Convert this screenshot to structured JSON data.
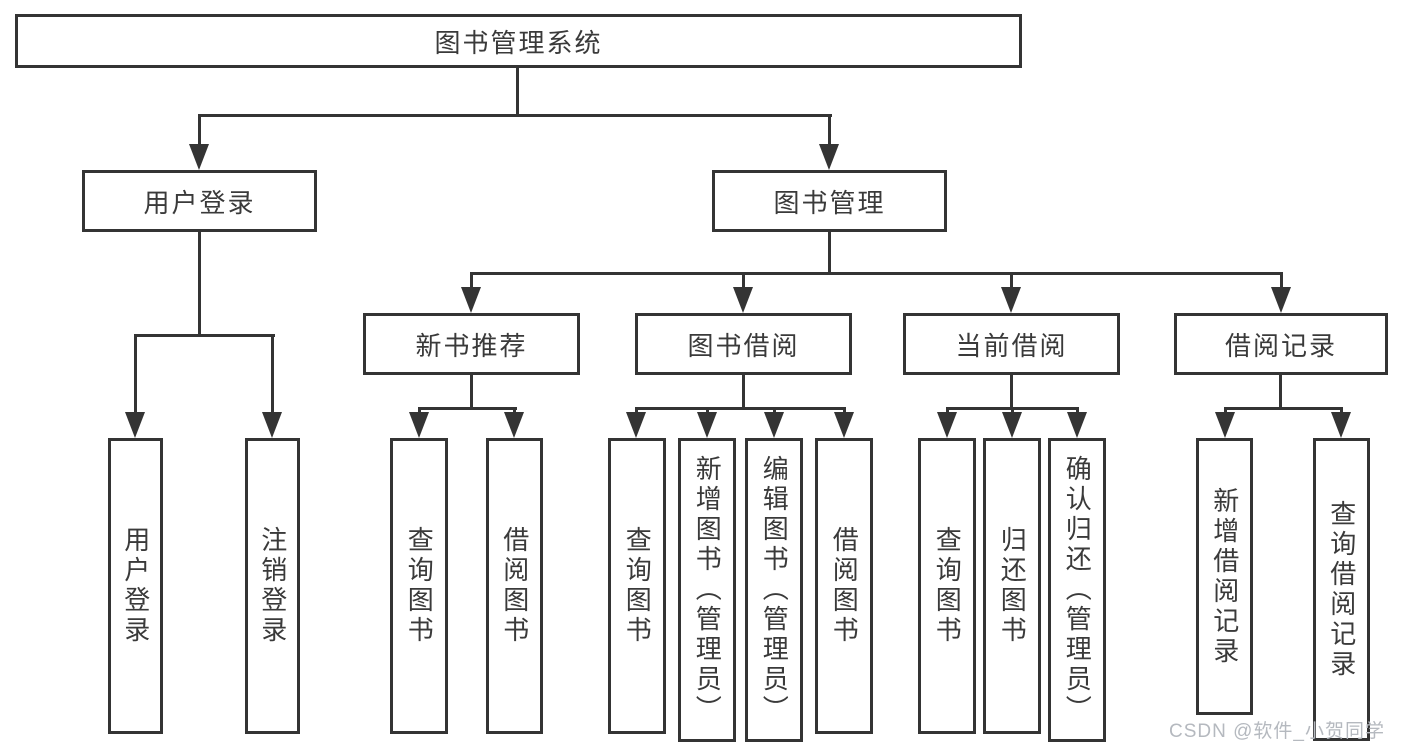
{
  "diagram": {
    "root": {
      "label": "图书管理系统"
    },
    "user_login": {
      "label": "用户登录",
      "children": [
        {
          "label": "用户登录"
        },
        {
          "label": "注销登录"
        }
      ]
    },
    "book_management": {
      "label": "图书管理",
      "sections": [
        {
          "label": "新书推荐",
          "children": [
            {
              "label": "查询图书"
            },
            {
              "label": "借阅图书"
            }
          ]
        },
        {
          "label": "图书借阅",
          "children": [
            {
              "label": "查询图书"
            },
            {
              "label": "新增图书（管理员）"
            },
            {
              "label": "编辑图书（管理员）"
            },
            {
              "label": "借阅图书"
            }
          ]
        },
        {
          "label": "当前借阅",
          "children": [
            {
              "label": "查询图书"
            },
            {
              "label": "归还图书"
            },
            {
              "label": "确认归还（管理员）"
            }
          ]
        },
        {
          "label": "借阅记录",
          "children": [
            {
              "label": "新增借阅记录"
            },
            {
              "label": "查询借阅记录"
            }
          ]
        }
      ]
    }
  },
  "watermark": {
    "text": "CSDN @软件_小贺同学"
  },
  "colors": {
    "line": "#343434",
    "text": "#3a3a3a",
    "watermark": "#b5b9bf",
    "background": "#ffffff"
  }
}
